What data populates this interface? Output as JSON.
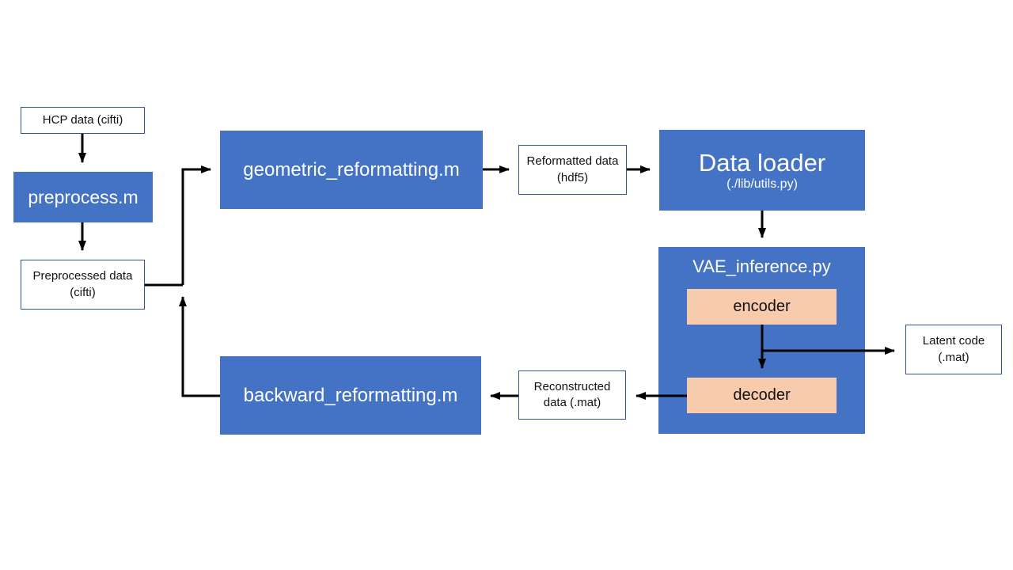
{
  "diagram": {
    "nodes": {
      "hcp_data": {
        "label": "HCP data (cifti)"
      },
      "preprocess": {
        "label": "preprocess.m"
      },
      "preprocessed": {
        "label": "Preprocessed data (cifti)"
      },
      "geometric": {
        "label": "geometric_reformatting.m"
      },
      "reformatted": {
        "label": "Reformatted data (hdf5)"
      },
      "data_loader": {
        "title": "Data loader",
        "subtitle": "(./lib/utils.py)"
      },
      "vae_inference": {
        "title": "VAE_inference.py",
        "encoder": "encoder",
        "decoder": "decoder"
      },
      "latent_code": {
        "label": "Latent code (.mat)"
      },
      "reconstructed": {
        "label": "Reconstructed data (.mat)"
      },
      "backward": {
        "label": "backward_reformatting.m"
      }
    },
    "colors": {
      "process_fill": "#4472C4",
      "process_text": "#FFFFFF",
      "subunit_fill": "#F8CBAD",
      "data_box_border": "#2F5597",
      "data_box_text": "#111111",
      "arrow": "#000000",
      "background": "#FFFFFF"
    },
    "edges": [
      "hcp_data -> preprocess",
      "preprocess -> preprocessed",
      "preprocessed -> geometric",
      "geometric -> reformatted",
      "reformatted -> data_loader",
      "data_loader -> vae_inference",
      "encoder -> decoder",
      "encoder -> latent_code",
      "decoder -> reconstructed",
      "reconstructed -> backward",
      "backward -> preprocessed_junction"
    ]
  }
}
